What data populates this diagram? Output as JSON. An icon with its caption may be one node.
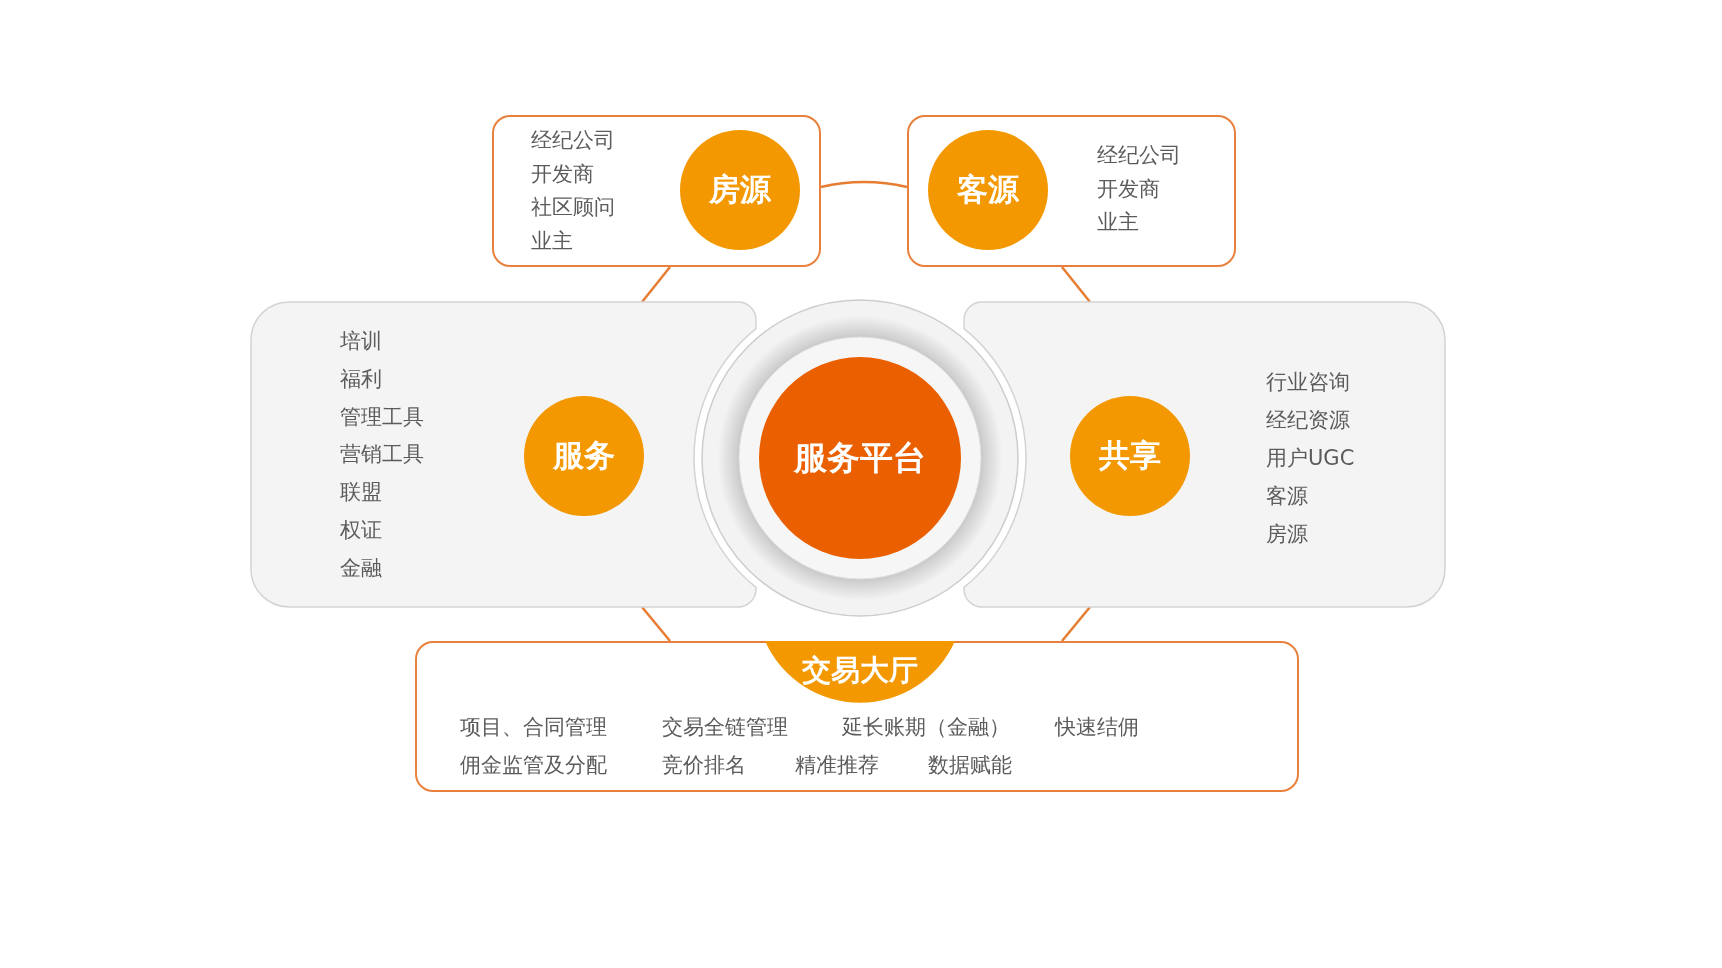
{
  "diagram": {
    "nodes": [
      {
        "text": [
          "经纪公司",
          "开发商",
          "社区顾问",
          "业主"
        ]
      },
      {
        "text": [
          "房源"
        ],
        "in": 0
      },
      {
        "text": [
          "经纪公司",
          "开发商",
          "业主"
        ]
      },
      {
        "text": [
          "客源"
        ],
        "in": 2
      },
      {
        "text": [
          "培训",
          "福利",
          "管理工具",
          "营销工具",
          "联盟",
          "权证",
          "金融"
        ]
      },
      {
        "text": [
          "服务"
        ],
        "in": 4
      },
      {
        "text": [
          "服务平台"
        ]
      },
      {
        "text": [
          "行业咨询",
          "经纪资源",
          "用户UGC",
          "客源",
          "房源"
        ]
      },
      {
        "text": [
          "共享"
        ],
        "in": 7
      },
      {
        "text": [
          "项目、合同管理",
          "交易全链管理",
          "延长账期（金融）",
          "快速结佣",
          "佣金监管及分配",
          "竞价排名",
          "精准推荐",
          "数据赋能"
        ]
      },
      {
        "text": [
          "交易大厅"
        ],
        "in": 9
      }
    ],
    "edges": [
      {
        "from": 0,
        "to": 2,
        "arrow": "none"
      },
      {
        "from": 0,
        "to": 4,
        "arrow": "none"
      },
      {
        "from": 2,
        "to": 7,
        "arrow": "none"
      },
      {
        "from": 4,
        "to": 9,
        "arrow": "none"
      },
      {
        "from": 7,
        "to": 9,
        "arrow": "none"
      }
    ]
  }
}
